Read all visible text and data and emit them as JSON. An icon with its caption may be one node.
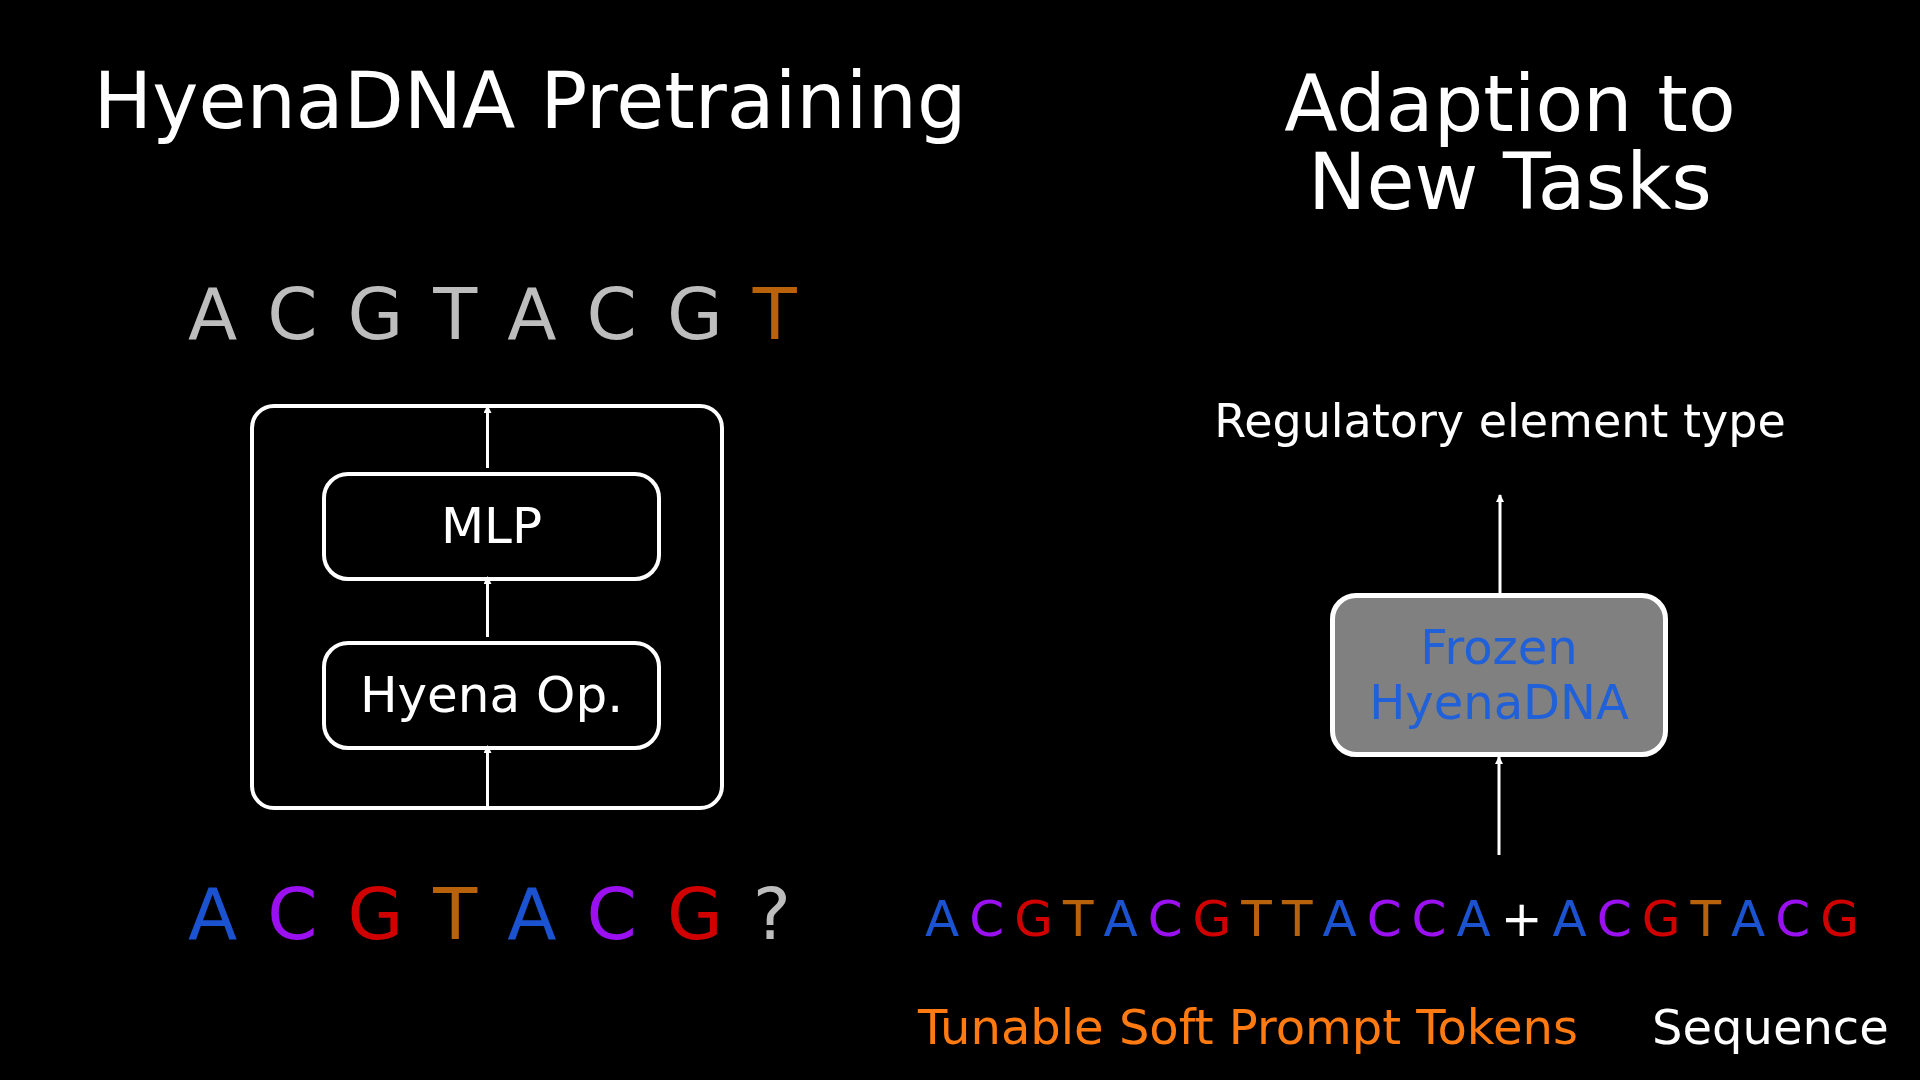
{
  "diagram": {
    "nodes": [
      {
        "text": [],
        "shape": "box"
      },
      {
        "text": [
          "MLP"
        ],
        "in": 0
      },
      {
        "text": [
          "Hyena Op."
        ],
        "in": 0
      },
      {
        "text": [
          "Regulatory element type"
        ]
      },
      {
        "text": [
          "Frozen HyenaDNA"
        ]
      },
      {
        "text": [
          "A C G T A C G T T A C C A + A C G T A C G"
        ],
        "beside": [
          "Tunable Soft Prompt Tokens",
          "Sequence"
        ]
      }
    ],
    "edges": [
      {
        "from": 2,
        "to": 1,
        "arrow": "to"
      },
      {
        "from": 1,
        "to": 0,
        "arrow": "to"
      },
      {
        "from": 0,
        "to": 2,
        "arrow": "to"
      },
      {
        "from": 5,
        "to": 4,
        "arrow": "to"
      },
      {
        "from": 4,
        "to": 3,
        "arrow": "to"
      }
    ],
    "labels": [
      "HyenaDNA Pretraining",
      "Adaption to New Tasks",
      "A C G T A C G T",
      "A C G T A C G ?"
    ]
  }
}
